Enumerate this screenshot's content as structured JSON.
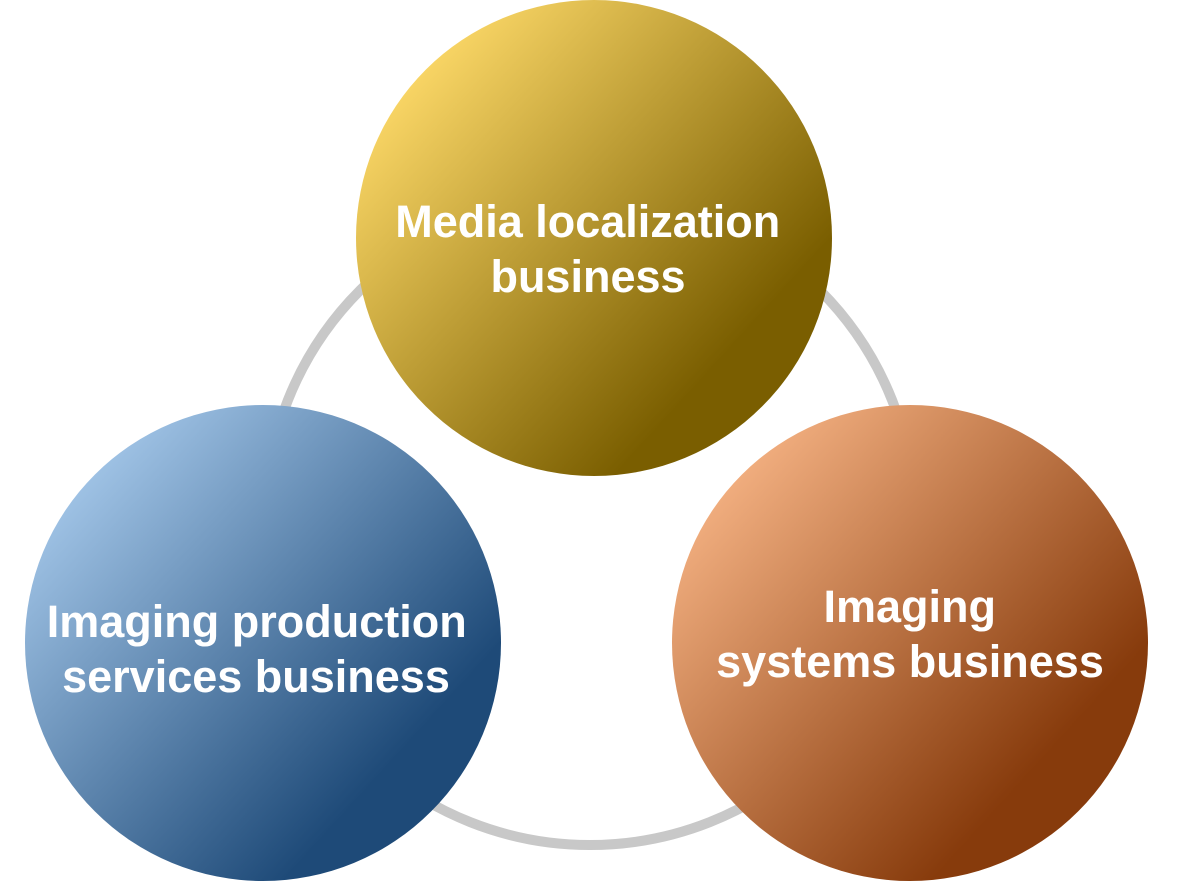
{
  "diagram": {
    "nodes": [
      {
        "id": "media-localization",
        "lines": [
          "Media localization",
          "business"
        ],
        "colors": {
          "highlight": "#FFDB6A",
          "base": "#7A5E00"
        }
      },
      {
        "id": "imaging-production",
        "lines": [
          "Imaging production",
          "services business"
        ],
        "colors": {
          "highlight": "#A5C8EA",
          "base": "#1E4A78"
        }
      },
      {
        "id": "imaging-systems",
        "lines": [
          "Imaging",
          "systems business"
        ],
        "colors": {
          "highlight": "#F6B384",
          "base": "#873B0C"
        }
      }
    ],
    "ring_color": "#C8C8C8"
  }
}
